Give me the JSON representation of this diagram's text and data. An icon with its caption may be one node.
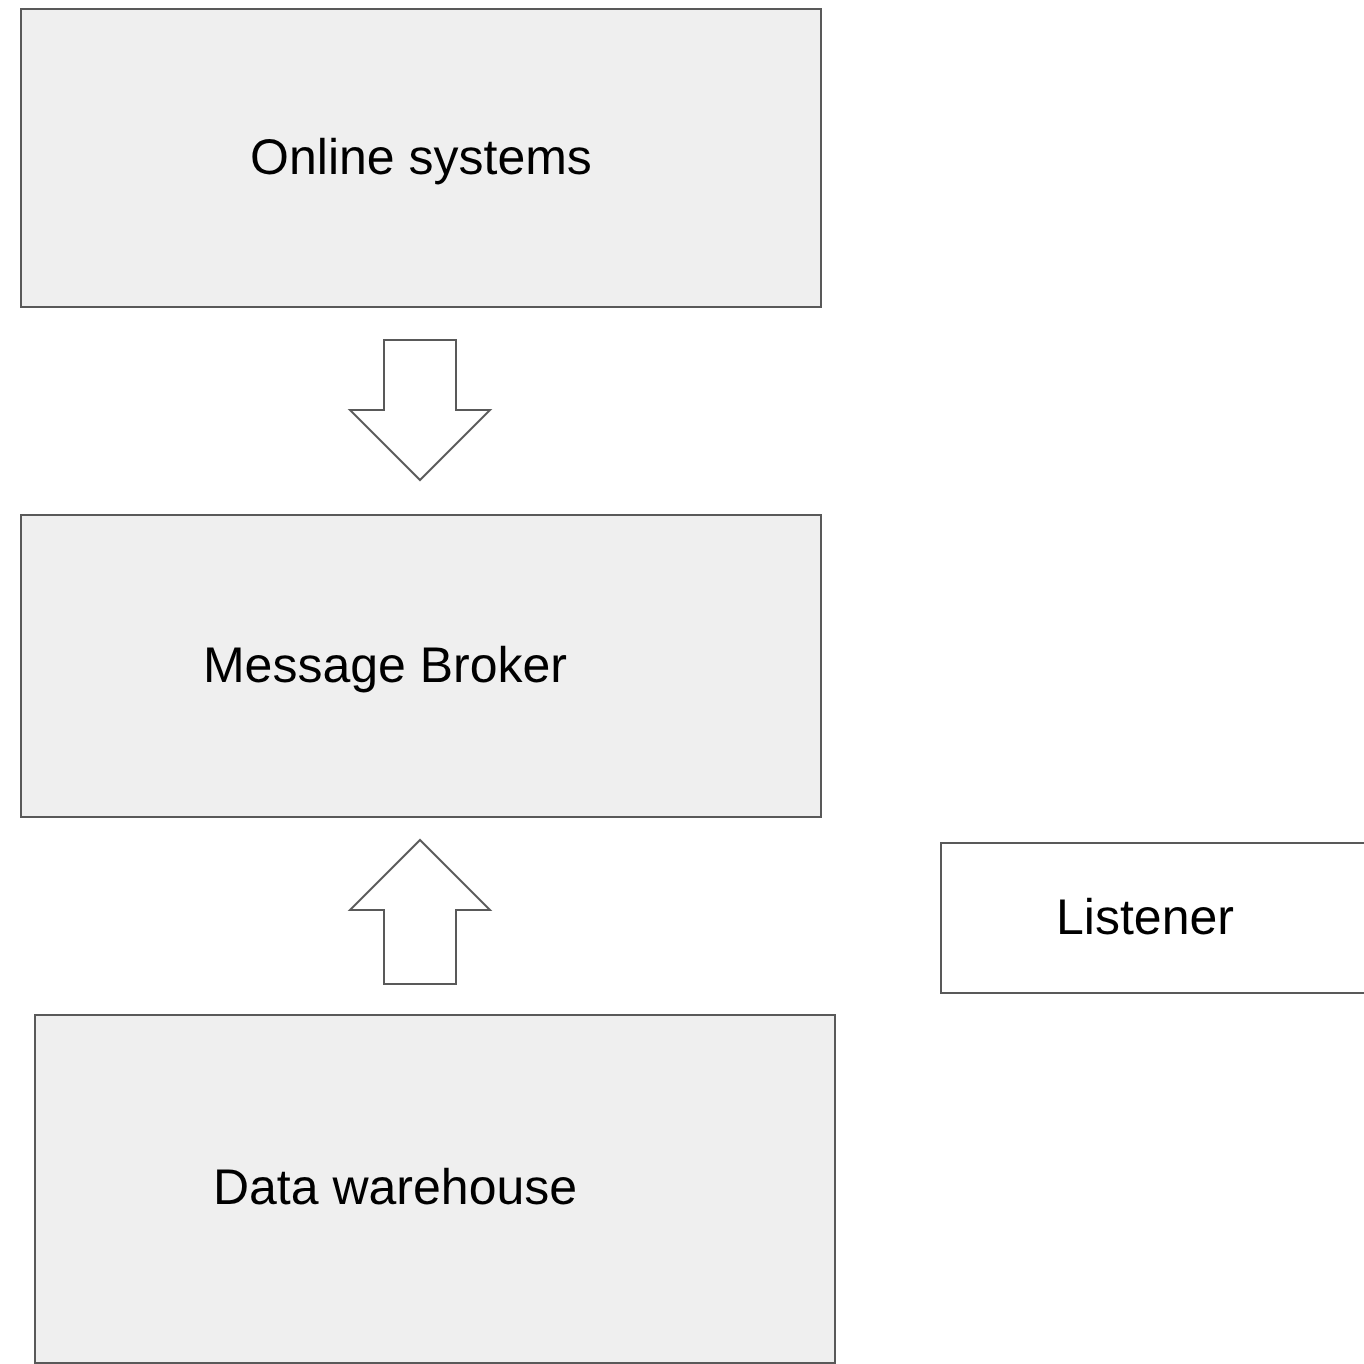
{
  "diagram": {
    "nodes": [
      {
        "text": [
          "Online systems"
        ]
      },
      {
        "text": [
          "Message Broker"
        ]
      },
      {
        "text": [
          "Data warehouse"
        ]
      },
      {
        "text": [
          "Listener"
        ]
      }
    ],
    "edges": [
      {
        "from": 0,
        "to": 1,
        "arrow": "to"
      },
      {
        "from": 2,
        "to": 1,
        "arrow": "to"
      }
    ]
  }
}
